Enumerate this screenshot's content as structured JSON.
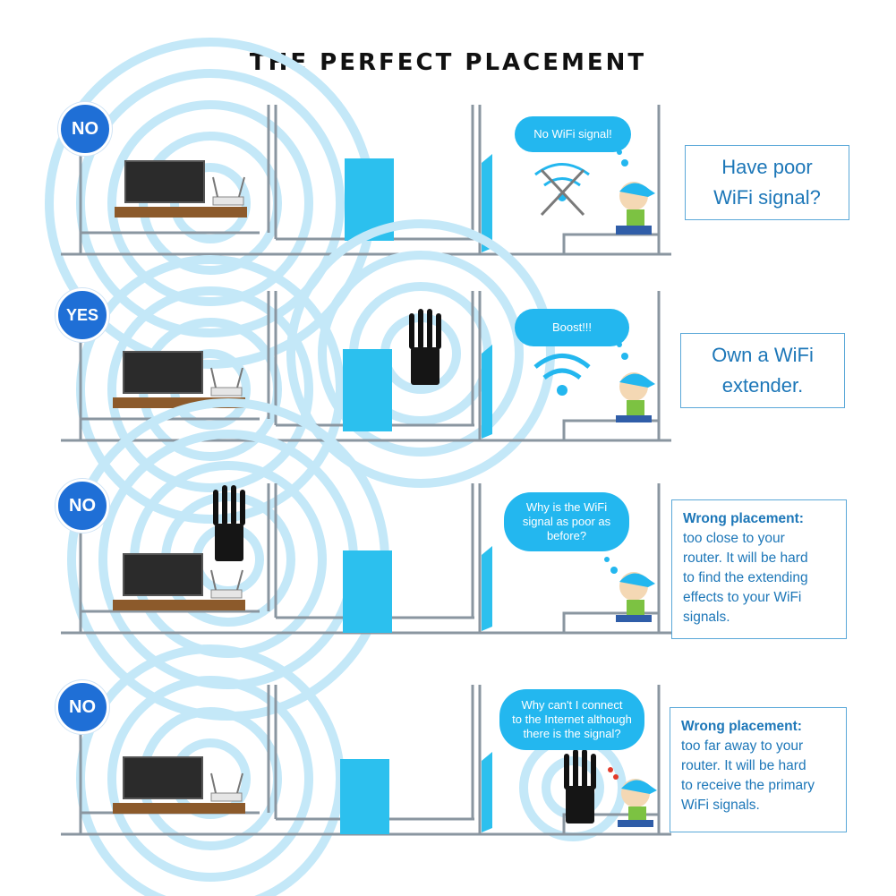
{
  "title": "THE PERFECT PLACEMENT",
  "colors": {
    "badge": "#1f6fd6",
    "bubble": "#23b7ef",
    "door": "#2cc0ee",
    "box_text": "#1d77b8",
    "wave": "#bfe6f7"
  },
  "rows": [
    {
      "badge": "NO",
      "bubble": [
        "No WiFi signal!"
      ],
      "wifi_icon": "wifi-crossed-icon",
      "box_lines": [
        "Have poor",
        "WiFi signal?"
      ],
      "box_heading": ""
    },
    {
      "badge": "YES",
      "bubble": [
        "Boost!!!"
      ],
      "wifi_icon": "wifi-icon",
      "box_lines": [
        "Own a WiFi",
        "extender."
      ],
      "box_heading": ""
    },
    {
      "badge": "NO",
      "bubble": [
        "Why is the WiFi",
        "signal as poor as",
        "before?"
      ],
      "wifi_icon": "",
      "box_heading": "Wrong placement:",
      "box_lines": [
        "too close to your",
        "router. It will be hard",
        "to find the extending",
        "effects to your WiFi",
        "signals."
      ]
    },
    {
      "badge": "NO",
      "bubble": [
        "Why can't I connect",
        "to the Internet although",
        "there is the signal?"
      ],
      "wifi_icon": "",
      "box_heading": "Wrong placement:",
      "box_lines": [
        "too far away to your",
        "router. It will be hard",
        "to receive the primary",
        "WiFi signals."
      ]
    }
  ]
}
